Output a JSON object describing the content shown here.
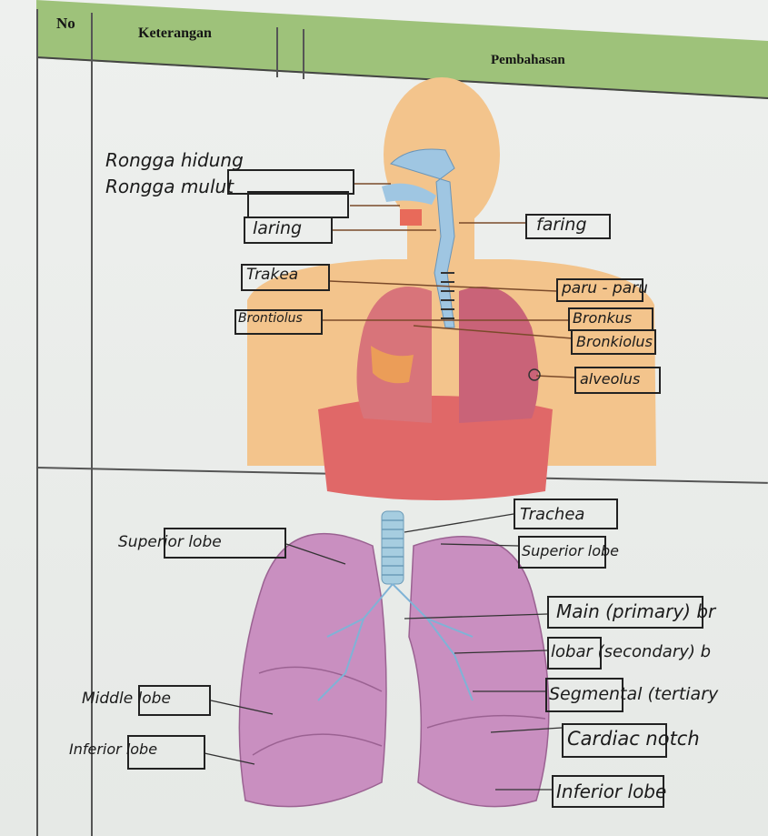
{
  "header": {
    "no": "No",
    "keterangan": "Keterangan",
    "pembahasan": "Pembahasan"
  },
  "diagram1": {
    "labels_left": [
      "Rongga hidung",
      "Rongga mulut",
      "laring",
      "Trakea",
      "Brontiolus"
    ],
    "labels_right": [
      "faring",
      "paru - paru",
      "Bronkus",
      "Bronkiolus",
      "alveolus"
    ]
  },
  "diagram2": {
    "labels_left": [
      "Superior lobe",
      "Middle lobe",
      "Inferior lobe"
    ],
    "labels_right": [
      "Trachea",
      "Superior lobe",
      "Main (primary) br",
      "lobar (secondary) b",
      "Segmental (tertiary",
      "Cardiac notch",
      "Inferior lobe"
    ]
  },
  "colors": {
    "header_green": "#9ec27a",
    "body_skin": "#f3c48c",
    "lung_red": "#d8747a",
    "lung_purple": "#c98fc0",
    "airway_blue": "#9fc6e2"
  }
}
